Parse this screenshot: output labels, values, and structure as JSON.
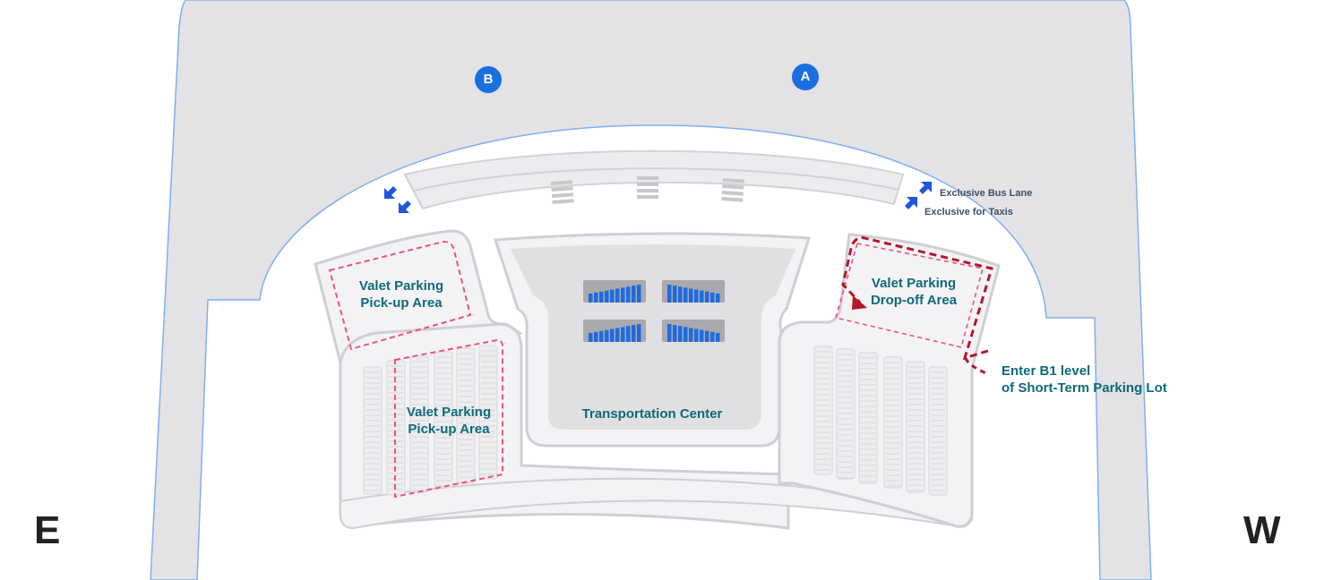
{
  "gates": [
    {
      "label": "A"
    },
    {
      "label": "B"
    }
  ],
  "compass": {
    "east": "E",
    "west": "W"
  },
  "labels": {
    "valet_pickup_upper": [
      "Valet Parking",
      "Pick-up Area"
    ],
    "valet_pickup_lower": [
      "Valet Parking",
      "Pick-up Area"
    ],
    "valet_dropoff": [
      "Valet Parking",
      "Drop-off Area"
    ],
    "transportation_center": "Transportation Center",
    "bus_lane": "Exclusive Bus Lane",
    "taxis": "Exclusive for Taxis",
    "enter_b1": [
      "Enter B1 level",
      "of Short-Term Parking Lot"
    ]
  },
  "colors": {
    "terminal": "#e3e2e4",
    "outline": "#7fb0ee",
    "gate": "#1a6fe0",
    "teal": "#0f6a78",
    "valet_zone": "#f0517a",
    "route": "#b3182a",
    "arrow": "#1f55e0"
  }
}
